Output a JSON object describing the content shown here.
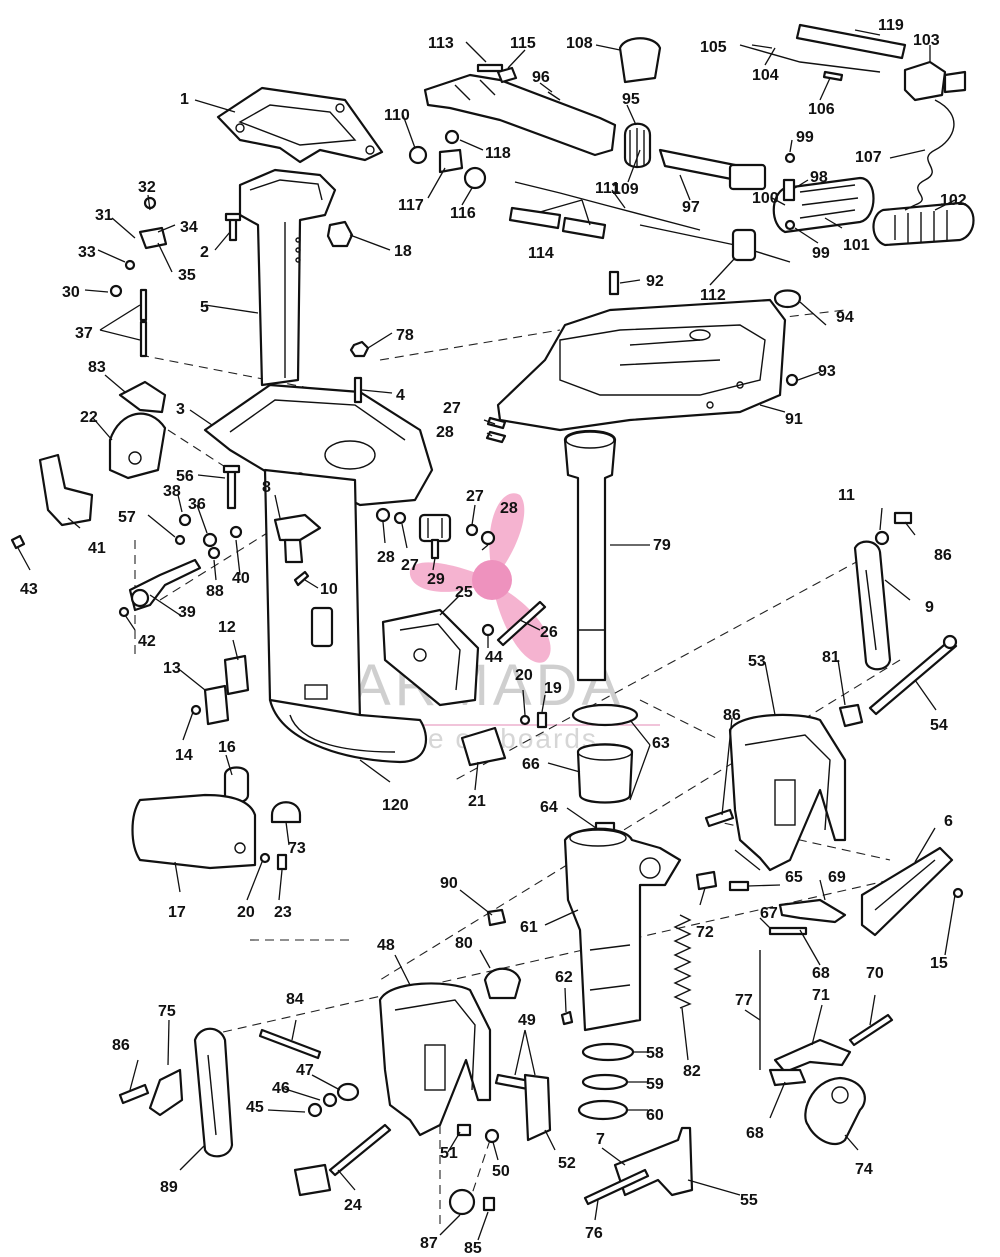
{
  "watermark": {
    "brand": "ARMADA",
    "tagline": "marine outboards",
    "logo_color": "#f4a6c8"
  },
  "labels": {
    "l1": "1",
    "l2": "2",
    "l3": "3",
    "l4": "4",
    "l5": "5",
    "l6": "6",
    "l7": "7",
    "l8": "8",
    "l9": "9",
    "l10": "10",
    "l11": "11",
    "l12": "12",
    "l13": "13",
    "l14": "14",
    "l15": "15",
    "l16": "16",
    "l17": "17",
    "l18": "18",
    "l19": "19",
    "l20a": "20",
    "l20b": "20",
    "l21": "21",
    "l22": "22",
    "l23": "23",
    "l24": "24",
    "l25": "25",
    "l26": "26",
    "l27a": "27",
    "l27b": "27",
    "l27c": "27",
    "l28a": "28",
    "l28b": "28",
    "l28c": "28",
    "l29": "29",
    "l30": "30",
    "l31": "31",
    "l32": "32",
    "l33": "33",
    "l34": "34",
    "l35": "35",
    "l36": "36",
    "l37": "37",
    "l38": "38",
    "l39": "39",
    "l40": "40",
    "l41": "41",
    "l42": "42",
    "l43": "43",
    "l44": "44",
    "l45": "45",
    "l46": "46",
    "l47": "47",
    "l48": "48",
    "l49": "49",
    "l50": "50",
    "l51": "51",
    "l52": "52",
    "l53": "53",
    "l54": "54",
    "l55": "55",
    "l56": "56",
    "l57": "57",
    "l58": "58",
    "l59": "59",
    "l60": "60",
    "l61": "61",
    "l62": "62",
    "l63": "63",
    "l64": "64",
    "l65": "65",
    "l66": "66",
    "l67": "67",
    "l68a": "68",
    "l68b": "68",
    "l69": "69",
    "l70": "70",
    "l71": "71",
    "l72": "72",
    "l73": "73",
    "l74": "74",
    "l75": "75",
    "l76": "76",
    "l77": "77",
    "l78": "78",
    "l79": "79",
    "l80": "80",
    "l81": "81",
    "l82": "82",
    "l83": "83",
    "l84": "84",
    "l85": "85",
    "l86a": "86",
    "l86b": "86",
    "l86c": "86",
    "l87": "87",
    "l88": "88",
    "l89": "89",
    "l90": "90",
    "l91": "91",
    "l92": "92",
    "l93": "93",
    "l94": "94",
    "l95": "95",
    "l96": "96",
    "l97": "97",
    "l98": "98",
    "l99a": "99",
    "l99b": "99",
    "l100": "100",
    "l101": "101",
    "l102": "102",
    "l103": "103",
    "l104": "104",
    "l105": "105",
    "l106": "106",
    "l107": "107",
    "l108": "108",
    "l109": "109",
    "l110": "110",
    "l111": "111",
    "l112": "112",
    "l113": "113",
    "l114": "114",
    "l115": "115",
    "l116": "116",
    "l117": "117",
    "l118": "118",
    "l119": "119",
    "l120": "120"
  }
}
